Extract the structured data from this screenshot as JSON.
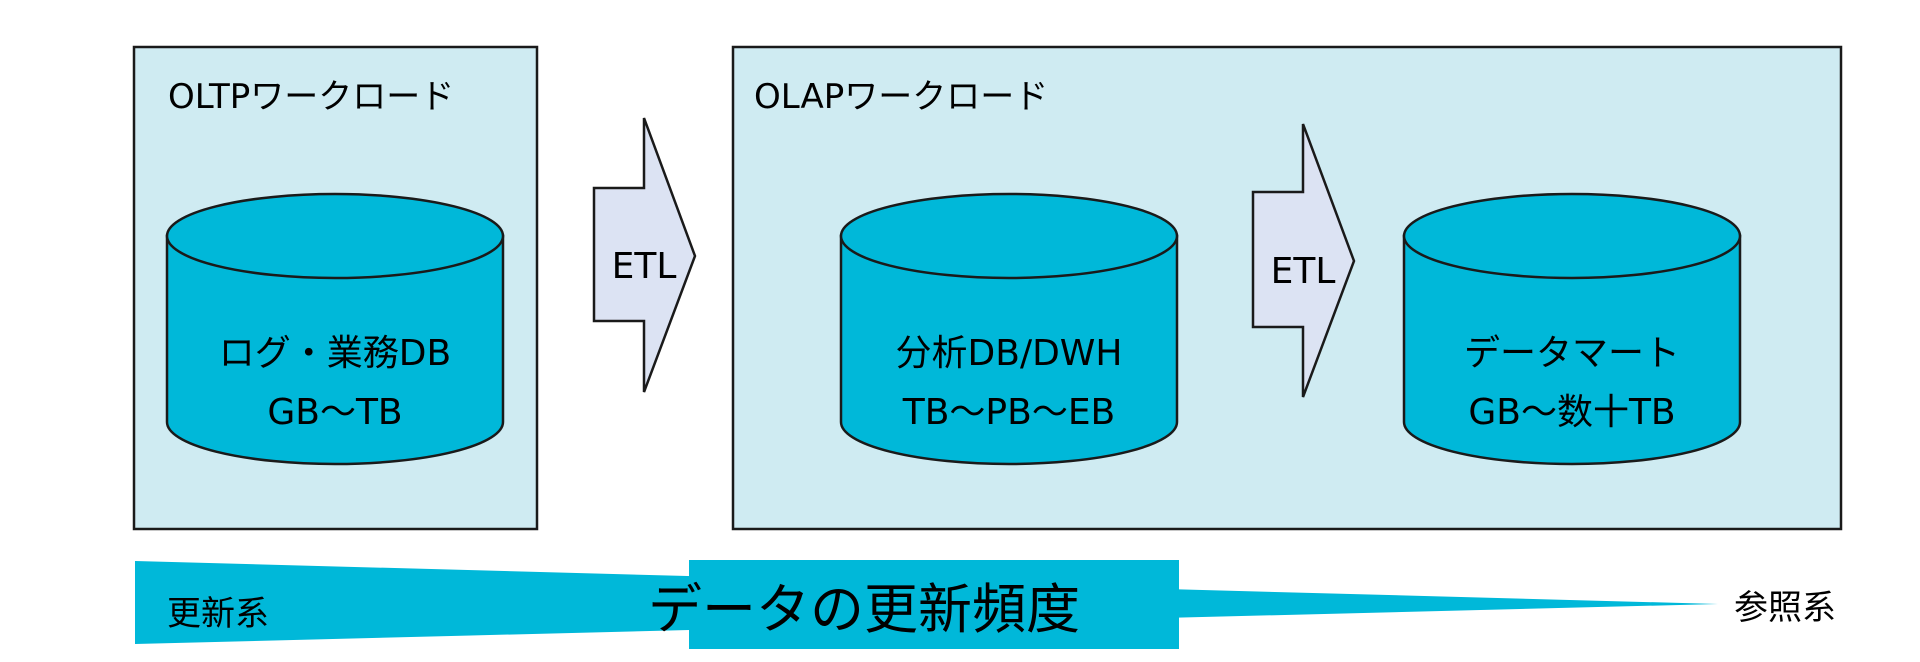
{
  "colors": {
    "panel_fill": "#cfebf2",
    "panel_stroke": "#1a1a1a",
    "cylinder_fill": "#00b8d9",
    "arrow_fill": "#dce3f3",
    "wedge_fill": "#00b8d9",
    "banner_fill": "#00b8d9"
  },
  "oltp": {
    "title": "OLTPワークロード",
    "db_line1": "ログ・業務DB",
    "db_line2": "GB～TB"
  },
  "etl_arrow_1": {
    "label": "ETL"
  },
  "olap": {
    "title": "OLAPワークロード",
    "dwh_line1": "分析DB/DWH",
    "dwh_line2": "TB～PB～EB",
    "etl_label": "ETL",
    "mart_line1": "データマート",
    "mart_line2": "GB～数十TB"
  },
  "frequency_bar": {
    "left_label": "更新系",
    "center_label": "データの更新頻度",
    "right_label": "参照系"
  }
}
